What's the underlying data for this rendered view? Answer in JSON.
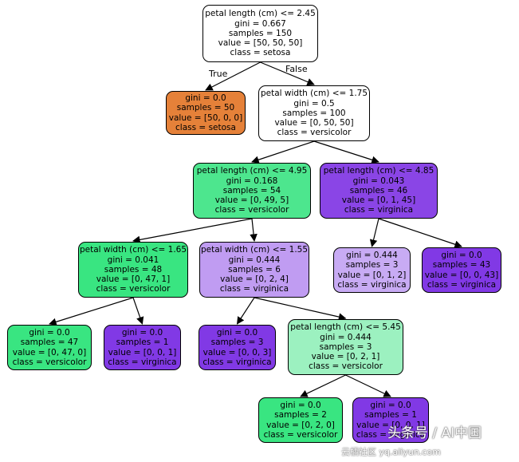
{
  "tree": {
    "colors": {
      "white": "#ffffff",
      "orange": "#e58139",
      "green_dark": "#39e581",
      "green_mid": "#4de68e",
      "green_light": "#9cf1c0",
      "purple_dark": "#8139e5",
      "purple_mid": "#8a45e6",
      "purple_light": "#c09cf2",
      "purple_pale": "#c8abf4"
    },
    "edge_labels": {
      "true": "True",
      "false": "False"
    },
    "nodes": [
      {
        "id": "n0",
        "lines": [
          "petal length (cm) <= 2.45",
          "gini = 0.667",
          "samples = 150",
          "value = [50, 50, 50]",
          "class = setosa"
        ],
        "fill": "white"
      },
      {
        "id": "n1",
        "lines": [
          "gini = 0.0",
          "samples = 50",
          "value = [50, 0, 0]",
          "class = setosa"
        ],
        "fill": "orange"
      },
      {
        "id": "n2",
        "lines": [
          "petal width (cm) <= 1.75",
          "gini = 0.5",
          "samples = 100",
          "value = [0, 50, 50]",
          "class = versicolor"
        ],
        "fill": "white"
      },
      {
        "id": "n3",
        "lines": [
          "petal length (cm) <= 4.95",
          "gini = 0.168",
          "samples = 54",
          "value = [0, 49, 5]",
          "class = versicolor"
        ],
        "fill": "green_mid"
      },
      {
        "id": "n4",
        "lines": [
          "petal length (cm) <= 4.85",
          "gini = 0.043",
          "samples = 46",
          "value = [0, 1, 45]",
          "class = virginica"
        ],
        "fill": "purple_mid"
      },
      {
        "id": "n5",
        "lines": [
          "petal width (cm) <= 1.65",
          "gini = 0.041",
          "samples = 48",
          "value = [0, 47, 1]",
          "class = versicolor"
        ],
        "fill": "green_dark"
      },
      {
        "id": "n6",
        "lines": [
          "petal width (cm) <= 1.55",
          "gini = 0.444",
          "samples = 6",
          "value = [0, 2, 4]",
          "class = virginica"
        ],
        "fill": "purple_light"
      },
      {
        "id": "n7",
        "lines": [
          "gini = 0.444",
          "samples = 3",
          "value = [0, 1, 2]",
          "class = virginica"
        ],
        "fill": "purple_pale"
      },
      {
        "id": "n8",
        "lines": [
          "gini = 0.0",
          "samples = 43",
          "value = [0, 0, 43]",
          "class = virginica"
        ],
        "fill": "purple_dark"
      },
      {
        "id": "n9",
        "lines": [
          "gini = 0.0",
          "samples = 47",
          "value = [0, 47, 0]",
          "class = versicolor"
        ],
        "fill": "green_dark"
      },
      {
        "id": "n10",
        "lines": [
          "gini = 0.0",
          "samples = 1",
          "value = [0, 0, 1]",
          "class = virginica"
        ],
        "fill": "purple_dark"
      },
      {
        "id": "n11",
        "lines": [
          "gini = 0.0",
          "samples = 3",
          "value = [0, 0, 3]",
          "class = virginica"
        ],
        "fill": "purple_dark"
      },
      {
        "id": "n12",
        "lines": [
          "petal length (cm) <= 5.45",
          "gini = 0.444",
          "samples = 3",
          "value = [0, 2, 1]",
          "class = versicolor"
        ],
        "fill": "green_light"
      },
      {
        "id": "n13",
        "lines": [
          "gini = 0.0",
          "samples = 2",
          "value = [0, 2, 0]",
          "class = versicolor"
        ],
        "fill": "green_dark"
      },
      {
        "id": "n14",
        "lines": [
          "gini = 0.0",
          "samples = 1",
          "value = [0, 0, 1]",
          "class = virginica"
        ],
        "fill": "purple_dark"
      }
    ],
    "edges": [
      [
        "n0",
        "n1"
      ],
      [
        "n0",
        "n2"
      ],
      [
        "n2",
        "n3"
      ],
      [
        "n2",
        "n4"
      ],
      [
        "n3",
        "n5"
      ],
      [
        "n3",
        "n6"
      ],
      [
        "n4",
        "n7"
      ],
      [
        "n4",
        "n8"
      ],
      [
        "n5",
        "n9"
      ],
      [
        "n5",
        "n10"
      ],
      [
        "n6",
        "n11"
      ],
      [
        "n6",
        "n12"
      ],
      [
        "n12",
        "n13"
      ],
      [
        "n12",
        "n14"
      ]
    ]
  },
  "watermark": {
    "main": "头条号 / AI中国",
    "sub": "云栖社区 yq.aliyun.com"
  }
}
